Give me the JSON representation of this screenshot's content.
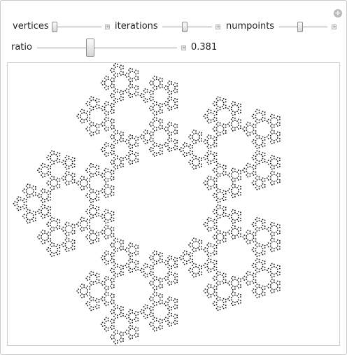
{
  "controls": {
    "vertices": {
      "label": "vertices",
      "position": 0.04
    },
    "iterations": {
      "label": "iterations",
      "position": 0.45
    },
    "numpoints": {
      "label": "numpoints",
      "position": 0.45
    },
    "ratio": {
      "label": "ratio",
      "value_text": "0.381",
      "position": 0.381
    }
  },
  "figure": {
    "type": "chaos-game fractal (pentagon)",
    "vertices": 5,
    "color": "#111111"
  }
}
